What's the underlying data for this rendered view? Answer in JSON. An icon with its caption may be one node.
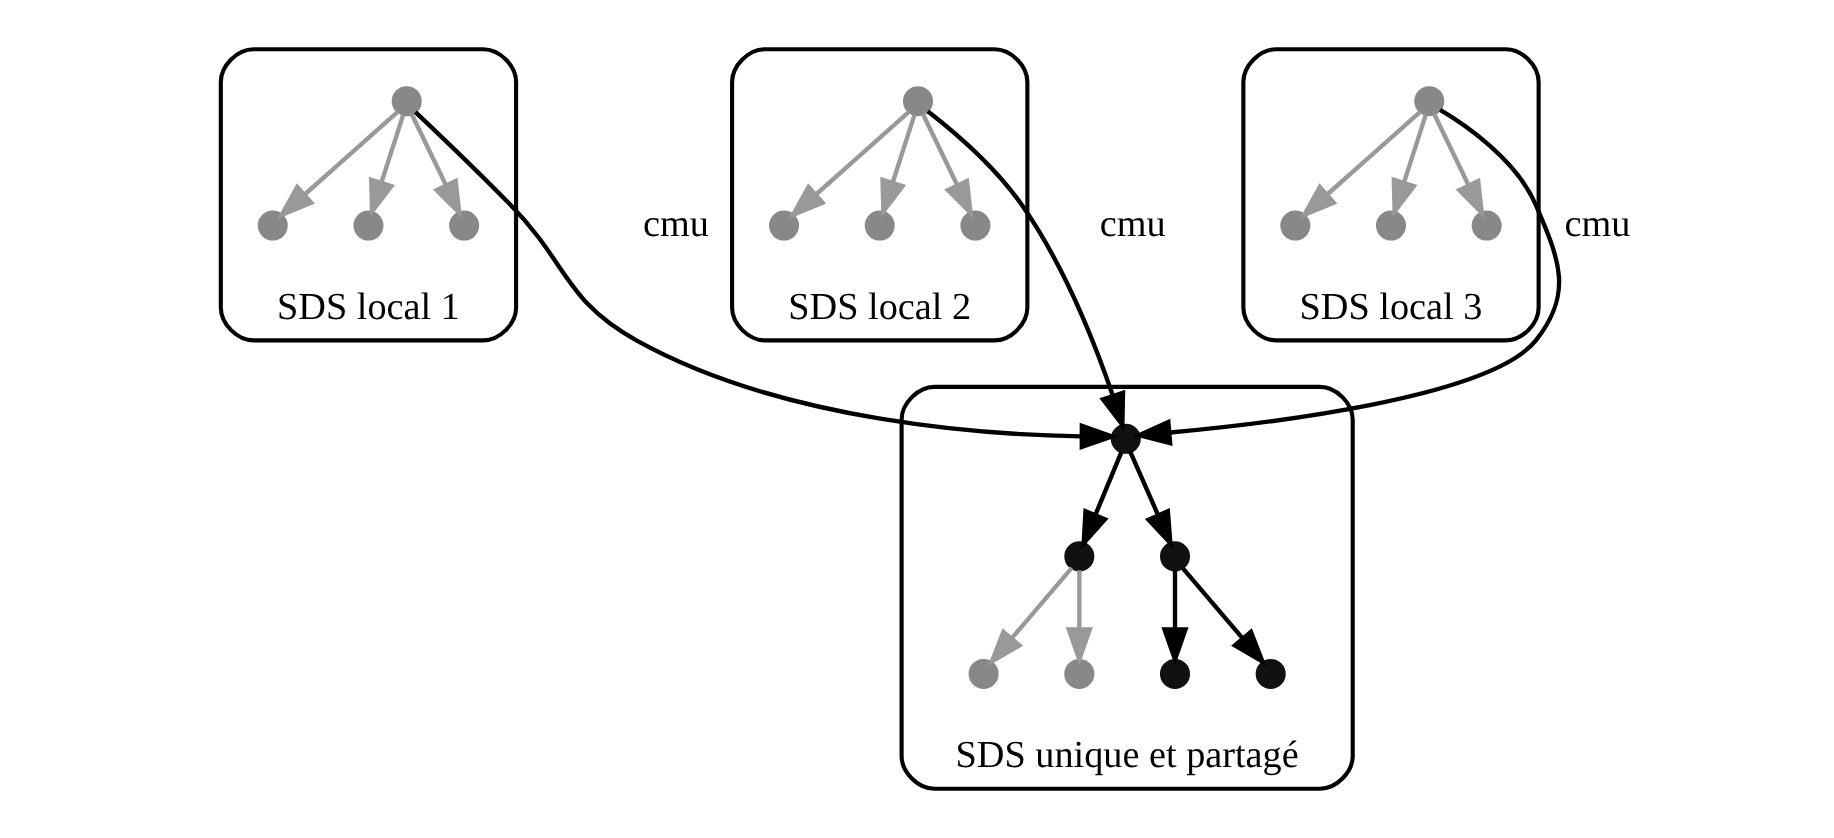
{
  "diagram": {
    "nodes": [
      {
        "text": [
          "SDS local 1"
        ]
      },
      {
        "text": [],
        "shape": "circle",
        "in": 0
      },
      {
        "text": [],
        "shape": "circle",
        "in": 0
      },
      {
        "text": [],
        "shape": "circle",
        "in": 0
      },
      {
        "text": [],
        "shape": "circle",
        "in": 0
      },
      {
        "text": [
          "SDS local 2"
        ]
      },
      {
        "text": [],
        "shape": "circle",
        "in": 5
      },
      {
        "text": [],
        "shape": "circle",
        "in": 5
      },
      {
        "text": [],
        "shape": "circle",
        "in": 5
      },
      {
        "text": [],
        "shape": "circle",
        "in": 5
      },
      {
        "text": [
          "SDS unique et partagé"
        ]
      },
      {
        "text": [],
        "shape": "circle",
        "in": 10
      },
      {
        "text": [],
        "shape": "circle",
        "in": 10
      },
      {
        "text": [],
        "shape": "circle",
        "in": 10
      },
      {
        "text": [],
        "shape": "circle",
        "in": 10
      },
      {
        "text": [],
        "shape": "circle",
        "in": 10
      },
      {
        "text": [],
        "shape": "circle",
        "in": 10
      },
      {
        "text": [],
        "shape": "circle",
        "in": 10
      },
      {
        "text": [
          "SDS local 3"
        ]
      },
      {
        "text": [],
        "shape": "circle",
        "in": 18
      },
      {
        "text": [],
        "shape": "circle",
        "in": 18
      },
      {
        "text": [],
        "shape": "circle",
        "in": 18
      },
      {
        "text": [],
        "shape": "circle",
        "in": 18
      }
    ],
    "edges": [
      {
        "from": 1,
        "to": 2,
        "arrow": "to"
      },
      {
        "from": 1,
        "to": 3,
        "arrow": "to"
      },
      {
        "from": 1,
        "to": 4,
        "arrow": "to"
      },
      {
        "from": 6,
        "to": 7,
        "arrow": "to"
      },
      {
        "from": 6,
        "to": 8,
        "arrow": "to"
      },
      {
        "from": 6,
        "to": 9,
        "arrow": "to"
      },
      {
        "from": 1,
        "to": 11,
        "arrow": "to",
        "label": "cmu",
        "color": "#000000"
      },
      {
        "from": 6,
        "to": 11,
        "arrow": "to",
        "label": "cmu",
        "color": "#000000"
      },
      {
        "from": 19,
        "to": 11,
        "arrow": "to",
        "label": "cmu",
        "color": "#000000"
      },
      {
        "from": 11,
        "to": 12,
        "arrow": "to",
        "color": "#000000"
      },
      {
        "from": 11,
        "to": 13,
        "arrow": "to",
        "color": "#000000"
      },
      {
        "from": 12,
        "to": 14,
        "arrow": "to"
      },
      {
        "from": 12,
        "to": 15,
        "arrow": "to"
      },
      {
        "from": 13,
        "to": 16,
        "arrow": "to",
        "color": "#000000"
      },
      {
        "from": 13,
        "to": 17,
        "arrow": "to",
        "color": "#000000"
      },
      {
        "from": 19,
        "to": 20,
        "arrow": "to"
      },
      {
        "from": 19,
        "to": 21,
        "arrow": "to"
      },
      {
        "from": 19,
        "to": 22,
        "arrow": "to"
      }
    ]
  }
}
